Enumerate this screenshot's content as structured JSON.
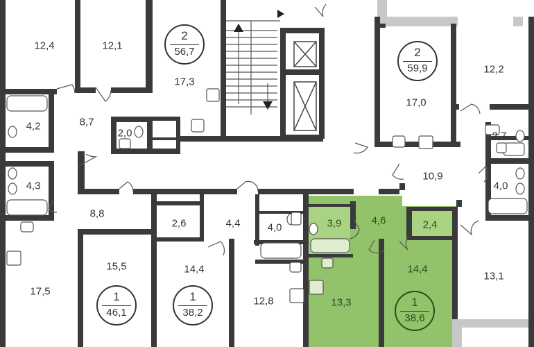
{
  "highlight_color": "#92c26a",
  "wall_color": "#3a3a3a",
  "apartments": [
    {
      "id": "apt-2-56",
      "rooms": "2",
      "area": "56,7",
      "highlighted": false
    },
    {
      "id": "apt-2-59",
      "rooms": "2",
      "area": "59,9",
      "highlighted": false
    },
    {
      "id": "apt-1-46",
      "rooms": "1",
      "area": "46,1",
      "highlighted": false
    },
    {
      "id": "apt-1-38a",
      "rooms": "1",
      "area": "38,2",
      "highlighted": false
    },
    {
      "id": "apt-1-38b",
      "rooms": "1",
      "area": "38,6",
      "highlighted": true
    }
  ],
  "room_areas": [
    {
      "id": "r1",
      "value": "12,4"
    },
    {
      "id": "r2",
      "value": "12,1"
    },
    {
      "id": "r3",
      "value": "17,3"
    },
    {
      "id": "r4",
      "value": "4,2"
    },
    {
      "id": "r5",
      "value": "8,7"
    },
    {
      "id": "r6",
      "value": "2,0"
    },
    {
      "id": "r7",
      "value": "17,0"
    },
    {
      "id": "r8",
      "value": "12,2"
    },
    {
      "id": "r9",
      "value": "2,7"
    },
    {
      "id": "r10",
      "value": "10,9"
    },
    {
      "id": "r11",
      "value": "4,0"
    },
    {
      "id": "r12",
      "value": "4,3"
    },
    {
      "id": "r13",
      "value": "8,8"
    },
    {
      "id": "r14",
      "value": "2,6"
    },
    {
      "id": "r15",
      "value": "4,4"
    },
    {
      "id": "r16",
      "value": "4,0"
    },
    {
      "id": "r17",
      "value": "3,9",
      "highlighted": true
    },
    {
      "id": "r18",
      "value": "4,6",
      "highlighted": true
    },
    {
      "id": "r19",
      "value": "2,4",
      "highlighted": true
    },
    {
      "id": "r20",
      "value": "15,5"
    },
    {
      "id": "r21",
      "value": "14,4"
    },
    {
      "id": "r22",
      "value": "14,4",
      "highlighted": true
    },
    {
      "id": "r23",
      "value": "17,5"
    },
    {
      "id": "r24",
      "value": "12,8"
    },
    {
      "id": "r25",
      "value": "13,3",
      "highlighted": true
    },
    {
      "id": "r26",
      "value": "13,1"
    }
  ]
}
